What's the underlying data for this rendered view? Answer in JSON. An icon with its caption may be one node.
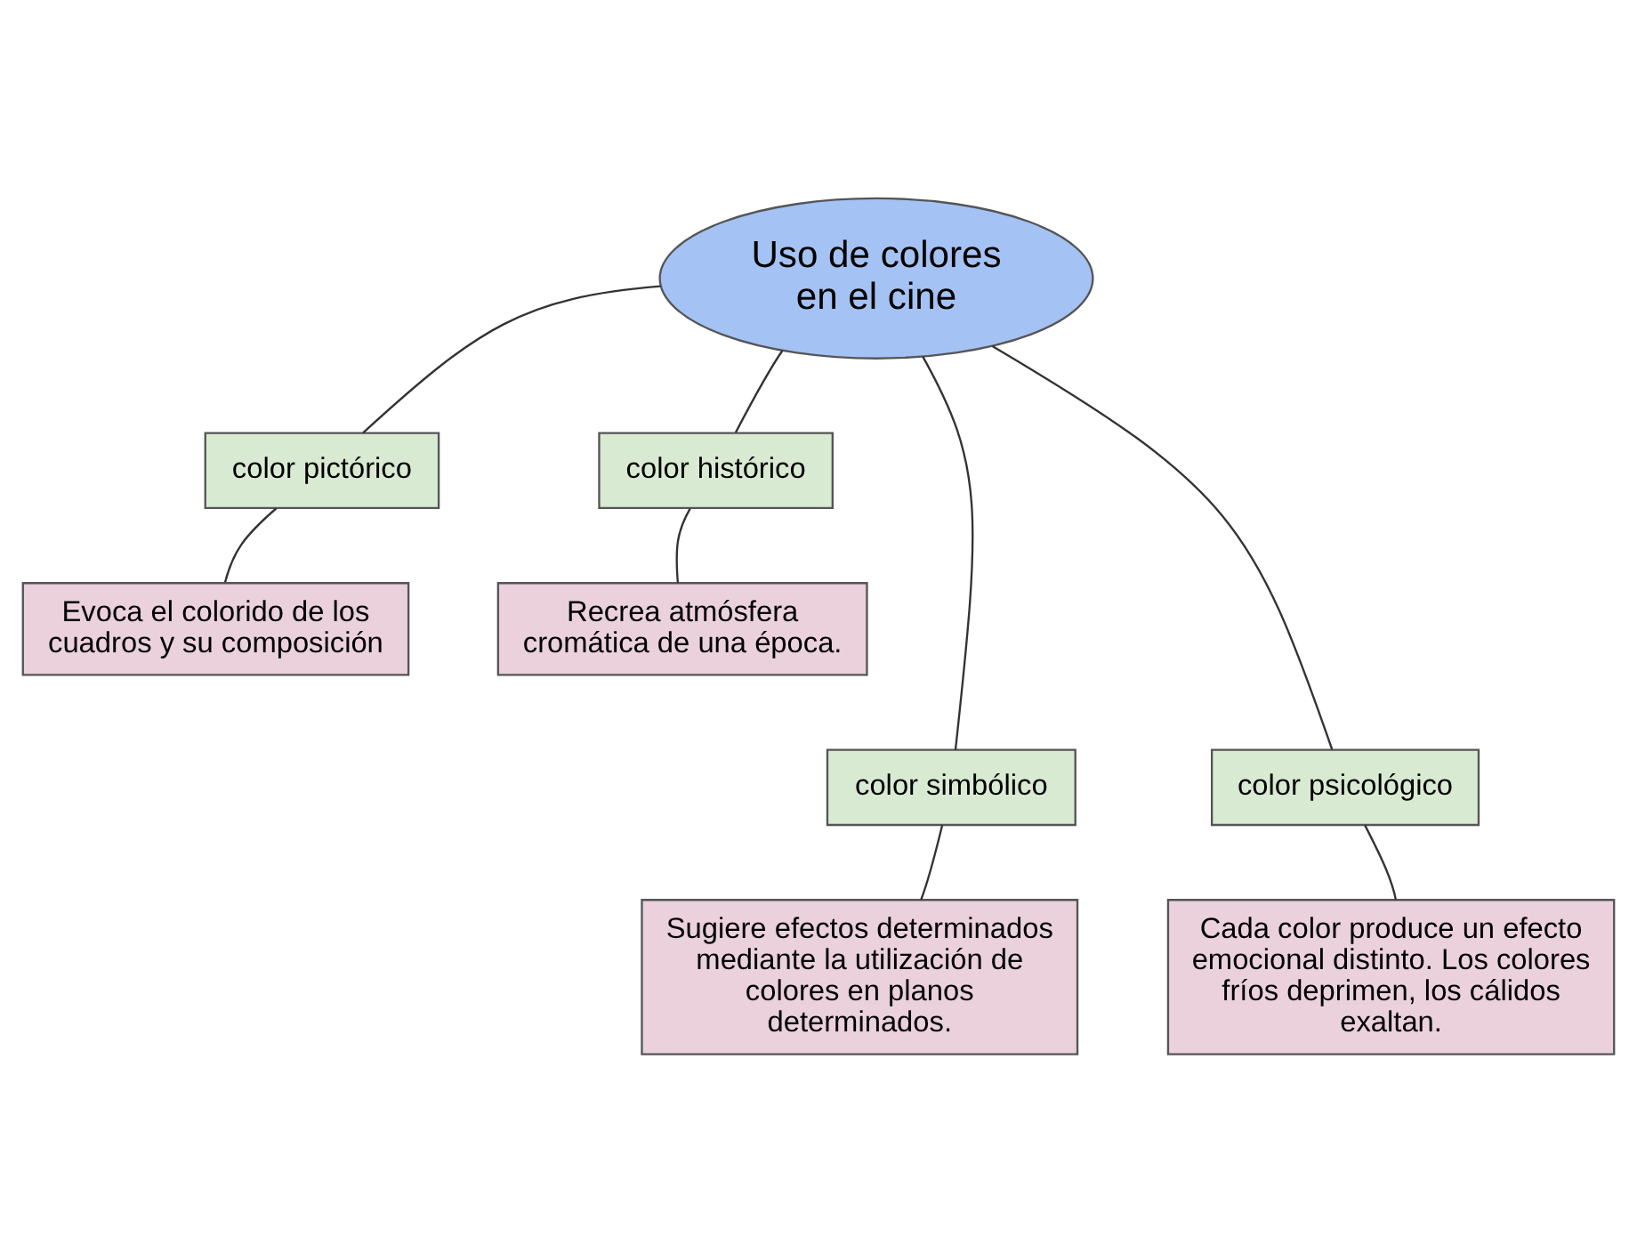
{
  "diagram": {
    "nodes": [
      {
        "text": [
          "Uso de colores en el cine"
        ]
      },
      {
        "text": [
          "color pictórico"
        ]
      },
      {
        "text": [
          "color histórico"
        ]
      },
      {
        "text": [
          "Evoca el colorido de los cuadros y su composición"
        ]
      },
      {
        "text": [
          "Recrea atmósfera cromática de una época."
        ]
      },
      {
        "text": [
          "color simbólico"
        ]
      },
      {
        "text": [
          "color psicológico"
        ]
      },
      {
        "text": [
          "Sugiere efectos determinados mediante la utilización de colores en planos determinados."
        ]
      },
      {
        "text": [
          "Cada color produce un efecto emocional distinto. Los colores fríos deprimen, los cálidos exaltan."
        ]
      }
    ],
    "edges": [
      {
        "from": 0,
        "to": 1,
        "arrow": "none"
      },
      {
        "from": 0,
        "to": 2,
        "arrow": "none"
      },
      {
        "from": 0,
        "to": 5,
        "arrow": "none"
      },
      {
        "from": 0,
        "to": 6,
        "arrow": "none"
      },
      {
        "from": 1,
        "to": 3,
        "arrow": "none"
      },
      {
        "from": 2,
        "to": 4,
        "arrow": "none"
      },
      {
        "from": 5,
        "to": 7,
        "arrow": "none"
      },
      {
        "from": 6,
        "to": 8,
        "arrow": "none"
      }
    ]
  }
}
